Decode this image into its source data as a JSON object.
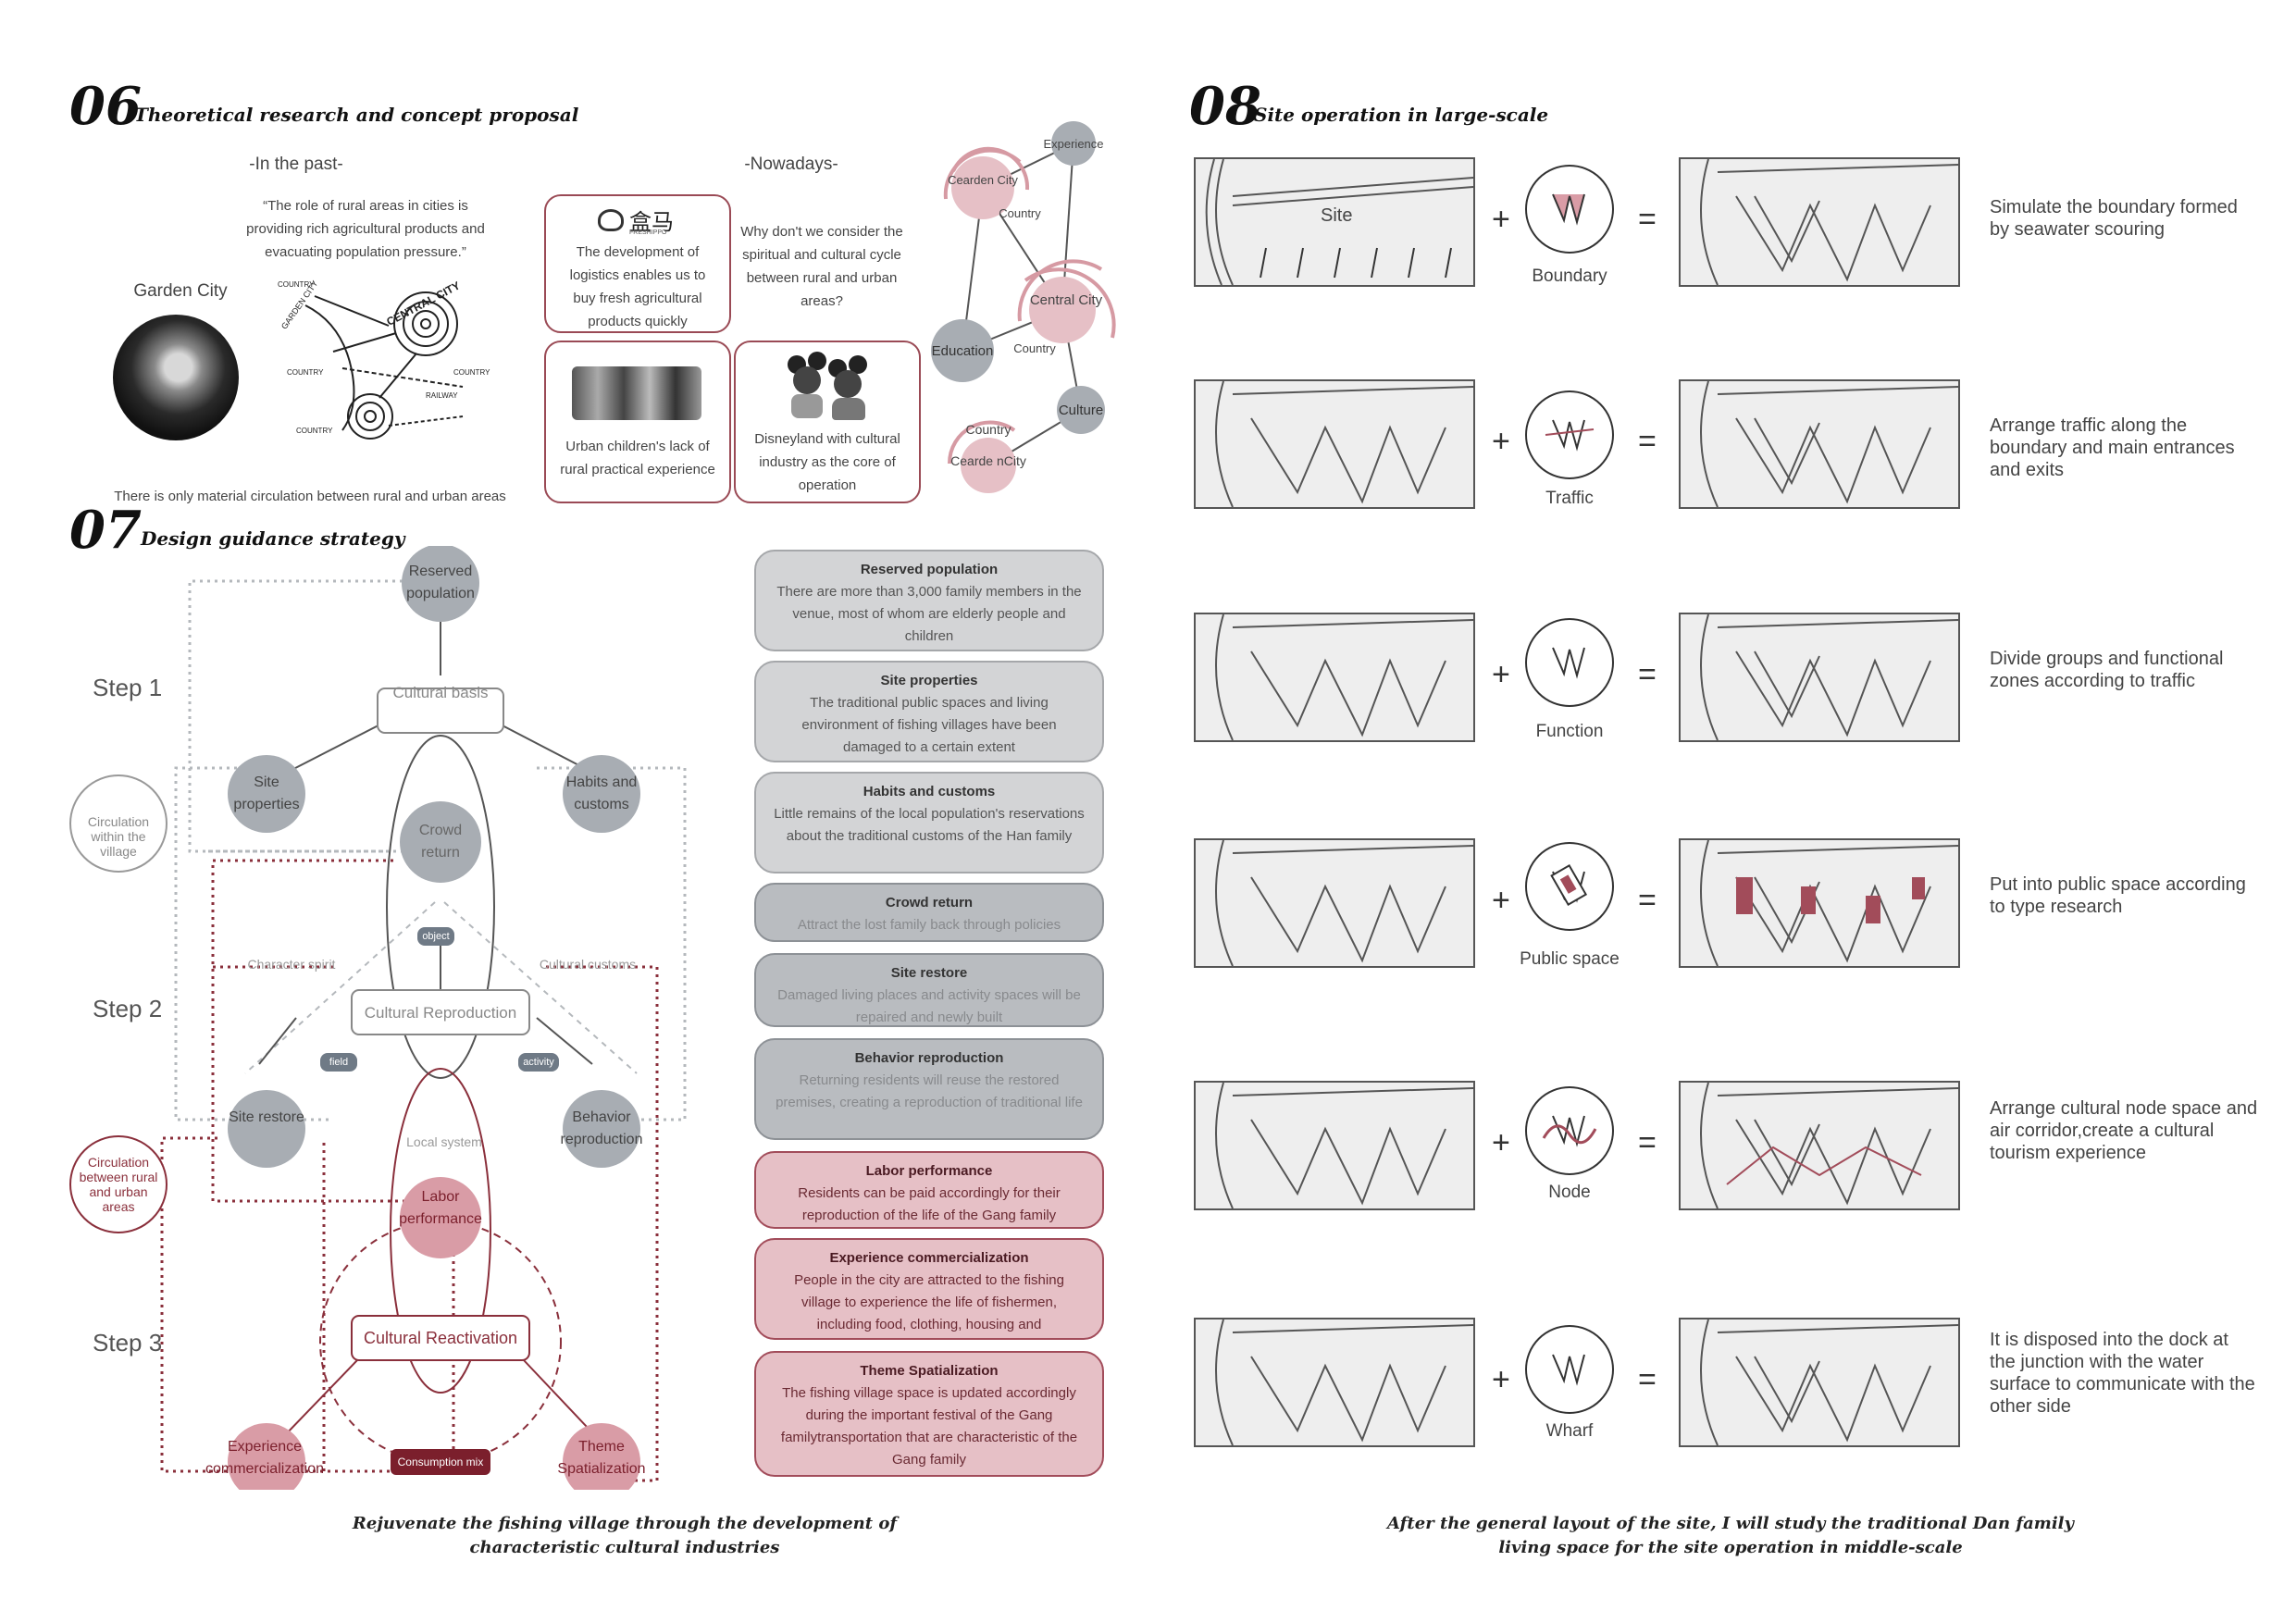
{
  "s06": {
    "num": "06",
    "title": "Theoretical research and concept proposal",
    "past_label": "-In the past-",
    "quote": "“The role of rural areas in cities is providing rich agricultural products and evacuating population pressure.”",
    "garden_city": "Garden City",
    "map_labels": [
      "CENTRAL CITY",
      "GARDEN CITY",
      "COUNTRY",
      "COUNTRY",
      "COUNTRY",
      "RAILWAY",
      "COUNTRY"
    ],
    "bottom_note": "There is only material circulation between rural and urban areas",
    "now_label": "-Nowadays-",
    "card_logistics": "The development of logistics enables us to buy fresh agricultural products quickly",
    "logo_text": "盒马",
    "logo_sub": "FRESHIPPO",
    "question": "Why don't we consider the spiritual and cultural cycle between rural and urban areas?",
    "card_children": "Urban children's lack of rural practical experience",
    "card_disney": "Disneyland with cultural industry as the core of operation",
    "net_nodes": [
      "Experience",
      "Cearden City",
      "Country",
      "Central City",
      "Education",
      "Country",
      "Culture",
      "Country",
      "Cearde nCity"
    ]
  },
  "s07": {
    "num": "07",
    "title": "Design guidance strategy",
    "steps": [
      "Step 1",
      "Step 2",
      "Step 3"
    ],
    "nodes": {
      "reserved": "Reserved population",
      "cultural_basis": "Cultural basis",
      "site_props": "Site properties",
      "habits": "Habits and customs",
      "crowd": "Crowd return",
      "circ_village": "Circulation within the village",
      "object": "object",
      "char_spirit": "Character spirit",
      "cult_customs": "Cultural customs",
      "cult_repro": "Cultural Reproduction",
      "field": "field",
      "activity": "activity",
      "site_restore": "Site restore",
      "behavior": "Behavior reproduction",
      "circ_rural": "Circulation between rural and urban areas",
      "local_system": "Local system",
      "labor": "Labor performance",
      "cult_react": "Cultural Reactivation",
      "exp_comm": "Experience commercialization",
      "consumption": "Consumption mix",
      "theme": "Theme Spatialization"
    },
    "strategies": [
      {
        "title": "Reserved population",
        "body": "There are more than 3,000 family members in the venue, most of whom are elderly people and children"
      },
      {
        "title": "Site properties",
        "body": "The traditional public spaces and living environment of fishing villages have been damaged to a certain extent"
      },
      {
        "title": "Habits and customs",
        "body": "Little remains of the local population's reservations about the traditional customs of the Han family"
      },
      {
        "title": "Crowd return",
        "body": "Attract the lost family back through policies"
      },
      {
        "title": "Site restore",
        "body": "Damaged living places and activity spaces will be repaired and newly built"
      },
      {
        "title": "Behavior reproduction",
        "body": "Returning residents will reuse the restored premises, creating a reproduction of traditional life"
      },
      {
        "title": "Labor performance",
        "body": "Residents can be paid accordingly for their reproduction of the life of the Gang family"
      },
      {
        "title": "Experience commercialization",
        "body": "People in the city are attracted to the fishing village to experience the life of fishermen, including food, clothing, housing and"
      },
      {
        "title": "Theme Spatialization",
        "body": "The fishing village space is updated accordingly during the important festival of the Gang familytransportation that are characteristic of the Gang family"
      }
    ],
    "caption": "Rejuvenate the fishing village through the development of characteristic cultural industries"
  },
  "s08": {
    "num": "08",
    "title": "Site operation in large-scale",
    "site_label": "Site",
    "plus": "+",
    "equals": "=",
    "rows": [
      {
        "op": "Boundary",
        "desc": "Simulate the boundary formed by seawater scouring"
      },
      {
        "op": "Traffic",
        "desc": "Arrange traffic along the boundary and main entrances and exits"
      },
      {
        "op": "Function",
        "desc": "Divide groups and functional zones according to traffic"
      },
      {
        "op": "Public space",
        "desc": "Put into public space according to type research"
      },
      {
        "op": "Node",
        "desc": "Arrange cultural node space and air corridor,create a cultural tourism experience"
      },
      {
        "op": "Wharf",
        "desc": "It is disposed into the dock at the junction with the water surface to communicate with the other side"
      }
    ],
    "caption": "After the general layout of the site, I will study the traditional Dan family living space for the site operation in middle-scale"
  },
  "colors": {
    "accent": "#9a4a55",
    "pink_fill": "#e6c0c6",
    "grey_fill": "#b9bcc0",
    "node_grey": "#a8adb3"
  }
}
